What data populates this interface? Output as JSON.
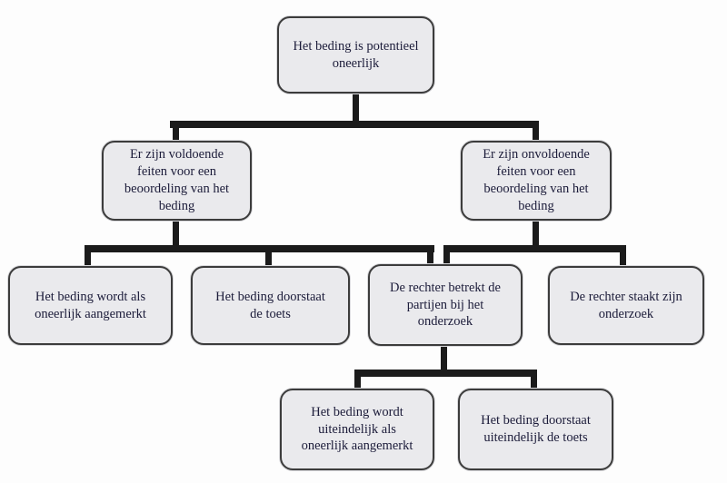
{
  "diagram": {
    "type": "flowchart",
    "language": "nl",
    "colors": {
      "node_fill": "#eaeaed",
      "node_border": "#3c3c3c",
      "edge_color": "#1b1b1b",
      "text_color": "#1c1c3a",
      "background": "#fdfdfd"
    },
    "nodes": {
      "root": {
        "label": "Het beding is potentieel\noneerlijk"
      },
      "sufficient": {
        "label": "Er zijn voldoende\nfeiten voor een\nbeoordeling van het\nbeding"
      },
      "insufficient": {
        "label": "Er zijn onvoldoende\nfeiten voor een\nbeoordeling van het\nbeding"
      },
      "unfair": {
        "label": "Het beding wordt als\noneerlijk aangemerkt"
      },
      "passes": {
        "label": "Het beding doorstaat\nde toets"
      },
      "involve_parties": {
        "label": "De rechter betrekt de\npartijen bij het\nonderzoek"
      },
      "stop_investigation": {
        "label": "De rechter staakt zijn\nonderzoek"
      },
      "finally_unfair": {
        "label": "Het beding wordt\nuiteindelijk als\noneerlijk aangemerkt"
      },
      "finally_passes": {
        "label": "Het beding doorstaat\nuiteindelijk de toets"
      }
    },
    "edges": [
      {
        "from": "root",
        "to": "sufficient"
      },
      {
        "from": "root",
        "to": "insufficient"
      },
      {
        "from": "sufficient",
        "to": "unfair"
      },
      {
        "from": "sufficient",
        "to": "passes"
      },
      {
        "from": "sufficient",
        "to": "involve_parties"
      },
      {
        "from": "insufficient",
        "to": "involve_parties"
      },
      {
        "from": "insufficient",
        "to": "stop_investigation"
      },
      {
        "from": "involve_parties",
        "to": "finally_unfair"
      },
      {
        "from": "involve_parties",
        "to": "finally_passes"
      }
    ]
  }
}
